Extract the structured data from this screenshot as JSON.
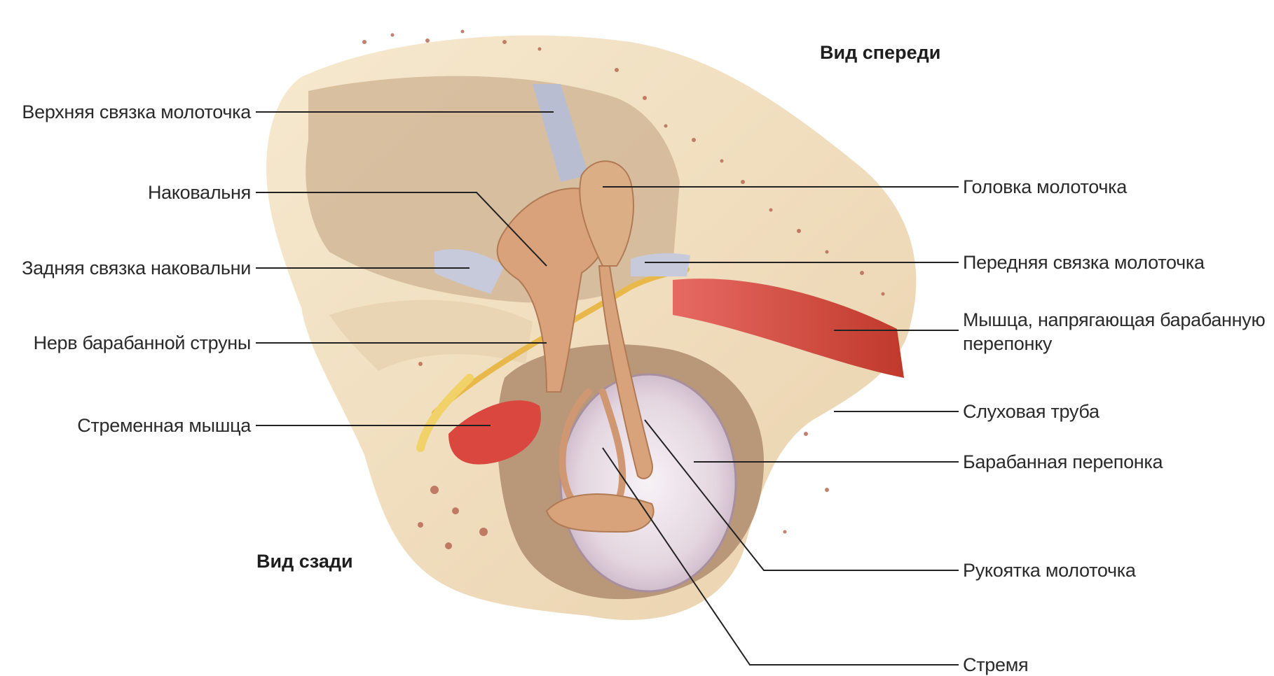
{
  "views": {
    "front": "Вид спереди",
    "back": "Вид сзади"
  },
  "labels_left": [
    "Верхняя связка молоточка",
    "Наковальня",
    "Задняя связка наковальни",
    "Нерв барабанной струны",
    "Стременная мышца"
  ],
  "labels_right": [
    "Головка молоточка",
    "Передняя связка молоточка",
    "Мышца, напрягающая барабанную",
    "перепонку",
    "Слуховая труба",
    "Барабанная перепонка",
    "Рукоятка молоточка",
    "Стремя"
  ],
  "colors": {
    "bone": "#f3e3c4",
    "bone_dark": "#e2c9a0",
    "cavity": "#c8a98a",
    "ossicle": "#d8a27a",
    "ligament": "#b8bdd2",
    "muscle": "#d9534f",
    "nerve": "#e8b94a",
    "membrane": "#e6dbe4",
    "leader": "#222222"
  }
}
